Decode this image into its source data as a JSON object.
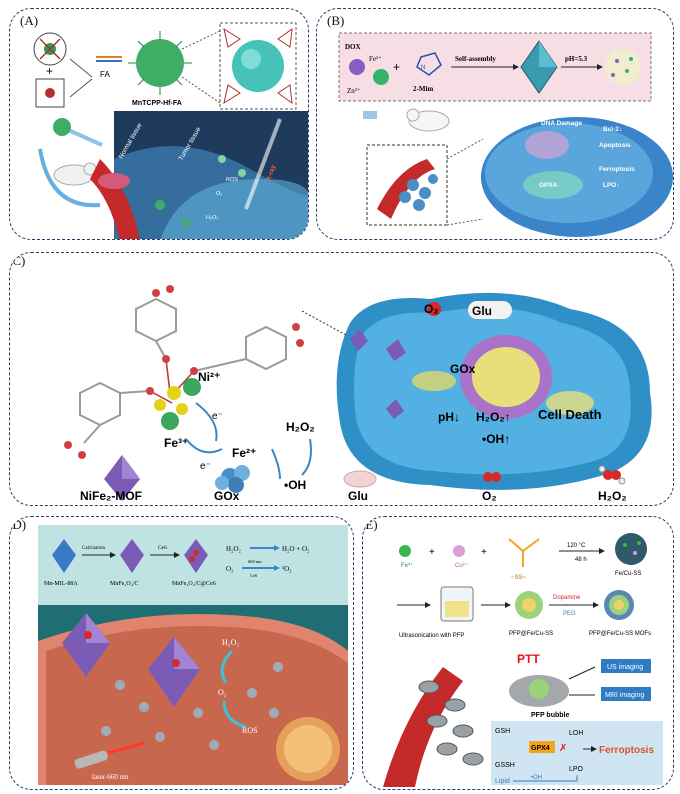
{
  "panels": {
    "a": {
      "label": "(A)",
      "fa": "FA",
      "product": "MnTCPP-Hf-FA",
      "normal": "Normal tissue",
      "tumor": "Tumor tissue",
      "xray": "X-ray",
      "ros": "ROS",
      "o2": "O₂",
      "h2o2": "H₂O₂"
    },
    "b": {
      "label": "(B)",
      "dox": "DOX",
      "fe": "Fe²⁺",
      "zn": "Zn²⁺",
      "mim": "2-Mim",
      "self": "Self-assembly",
      "ph": "pH=5.3",
      "dna": "DNA Damage",
      "bcl": "Bcl-2↓",
      "apoptosis": "Apoptosis",
      "ferroptosis": "Ferroptosis",
      "gpx": "GPX4↓",
      "lpo": "LPO↑"
    },
    "c": {
      "label": "(C)",
      "ni": "Ni²⁺",
      "fe3": "Fe³⁺",
      "e1": "e⁻",
      "e2": "e⁻",
      "fe2": "Fe²⁺",
      "h2o2": "H₂O₂",
      "oh": "•OH",
      "cell_o2": "O₂",
      "glu": "Glu",
      "gox": "GOx",
      "ph": "pH↓",
      "h2o2cell": "H₂O₂↑",
      "ohcell": "•OH↑",
      "death": "Cell Death",
      "legend": [
        "NiFe₂-MOF",
        "GOx",
        "Glu",
        "O₂",
        "H₂O₂"
      ]
    },
    "d": {
      "label": "(D)",
      "mn": "Mn-MIL-88A",
      "calc": "Calcination",
      "mnfe": "MnFe₂O₄/C",
      "ce6": "Ce6",
      "mnfece6": "MnFe₂O₄/C@Ce6",
      "eq1_l": "H₂O₂",
      "eq1_r": "H₂O + O₂",
      "eq2_l": "O₂",
      "eq2_top": "660 nm",
      "eq2_bot": "Ce6",
      "eq2_r": "¹O₂",
      "h2o2": "H₂O₂",
      "o2": "O₂",
      "ros": "ROS",
      "laser": "laser-660 nm"
    },
    "e": {
      "label": "(E)",
      "fe": "Fe³⁺",
      "cu": "Cu²⁺",
      "ss": "~SS~",
      "temp": "120 °C",
      "time": "48 h",
      "fecuss": "Fe/Cu-SS",
      "ultra": "Ultrasonication with PFP",
      "pfp": "PFP@Fe/Cu-SS",
      "dopamine": "Dopamine",
      "peg": "PEG",
      "mofs": "PFP@Fe/Cu-SS MOFs",
      "ptt": "PTT",
      "us": "US imaging",
      "mri": "MRI imaging",
      "bubble": "PFP bubble",
      "gsh": "GSH",
      "gssh": "GSSH",
      "gpx": "GPX4",
      "loh": "LOH",
      "lpo": "LPO",
      "ferro": "Ferroptosis",
      "lipid": "Lipid",
      "oh": "•OH"
    }
  },
  "colors": {
    "frame": "#2c3a6b",
    "cell_blue": "#2f8fc7",
    "tissue_pink": "#d9806b",
    "ferroptosis": "#e0502a",
    "ptt": "#e8141c",
    "mof_purple": "#7b5bb6"
  }
}
